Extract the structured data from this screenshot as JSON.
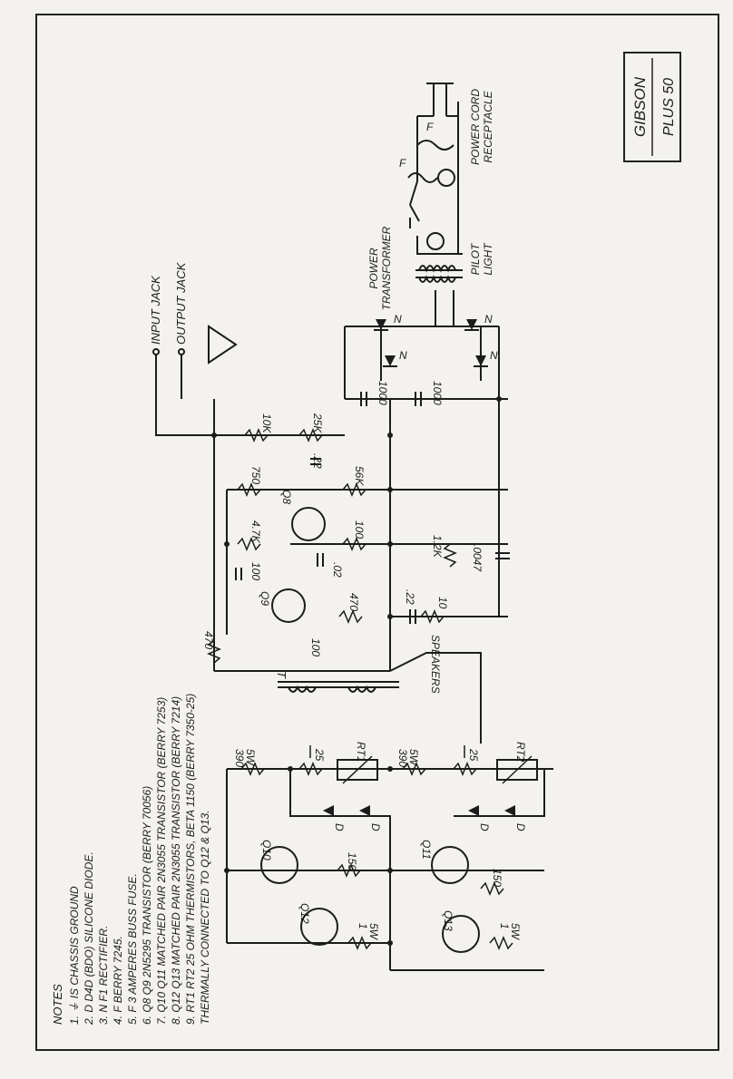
{
  "title_block": {
    "brand": "GIBSON",
    "model": "PLUS 50"
  },
  "jacks": {
    "input": "INPUT JACK",
    "output": "OUTPUT JACK"
  },
  "power": {
    "receptacle": [
      "POWER CORD",
      "RECEPTACLE"
    ],
    "transformer": [
      "POWER",
      "TRANSFORMER"
    ],
    "pilot": [
      "PILOT",
      "LIGHT"
    ],
    "fuse": "F"
  },
  "notes": {
    "heading": "NOTES",
    "items": [
      "1. ⏚ IS CHASSIS GROUND",
      "2. D  D4D (BDO) SILICONE DIODE.",
      "3. N  F1 RECTIFIER.",
      "4. F   BERRY 7245.",
      "5. F  3 AMPERES BUSS FUSE.",
      "6. Q8 Q9  2N5295 TRANSISTOR (BERRY 70056)",
      "7. Q10 Q11  MATCHED PAIR 2N3055 TRANSISTOR (BERRY 7253)",
      "8. Q12 Q13  MATCHED PAIR 2N3055 TRANSISTOR (BERRY 7214)",
      "9. RT1 RT2  25 OHM THERMISTORS, BETA 1150 (BERRY 7350-25)",
      "   THERMALLY CONNECTED TO Q12 & Q13."
    ]
  },
  "components": {
    "r_10k": "10K",
    "r_25k": "25K",
    "c_22a": ".22",
    "r_750": "750",
    "r_56k": "56K",
    "q8": "Q8",
    "r_47k": "4.7K",
    "r_100a": "100",
    "c_02": ".02",
    "c_100a": "100",
    "r_12k": "1.2K",
    "c_0047": ".0047",
    "q9": "Q9",
    "r_470a": "470",
    "c_22b": ".22",
    "r_10": "10",
    "r_470b": "470",
    "c_100b": "100",
    "speakers": "SPEAKERS",
    "t": "T",
    "c_1000a": "1000",
    "c_1000b": "1000",
    "n": "N",
    "r_390a": "390",
    "r_390b": "390",
    "w5": "5W",
    "pot_25a": "25",
    "pot_25b": "25",
    "rt1": "RT1",
    "rt2": "RT2",
    "d": "D",
    "q10": "Q10",
    "q11": "Q11",
    "q12": "Q12",
    "q13": "Q13",
    "r_150a": "150",
    "r_150b": "150",
    "r_1a": "1",
    "r_1b": "1"
  }
}
